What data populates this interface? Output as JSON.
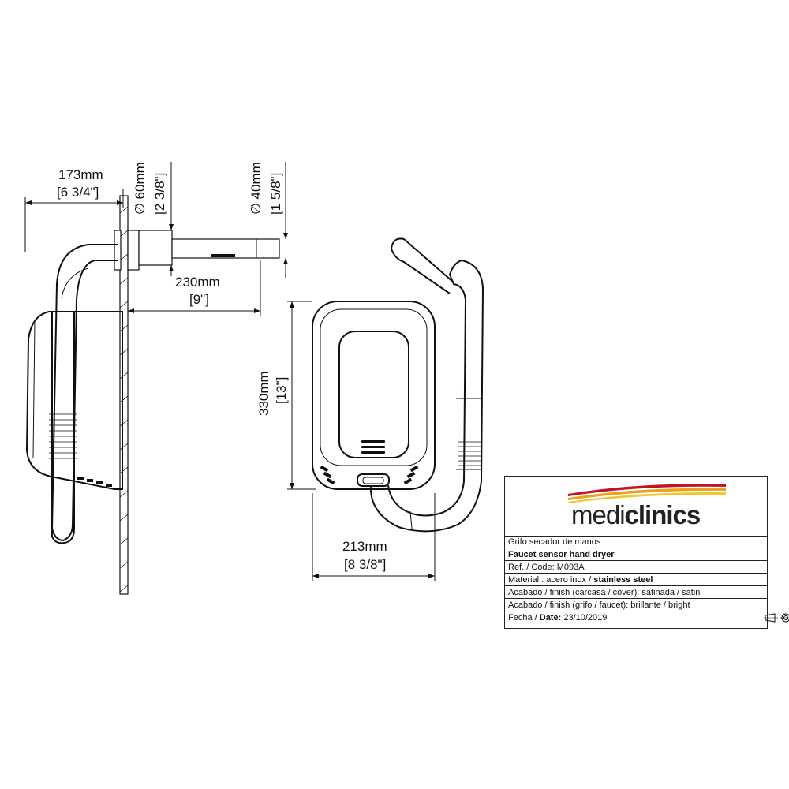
{
  "dimensions": {
    "depth_mm": "173mm",
    "depth_in": "[6 3/4\"]",
    "diam60_mm": "∅ 60mm",
    "diam60_in": "[2 3/8\"]",
    "diam40_mm": "∅ 40mm",
    "diam40_in": "[1 5/8\"]",
    "spout_mm": "230mm",
    "spout_in": "[9\"]",
    "height_mm": "330mm",
    "height_in": "[13\"]",
    "width_mm": "213mm",
    "width_in": "[8 3/8\"]"
  },
  "logo": {
    "light": "medi",
    "bold": "clinics",
    "colors": [
      "#c0152a",
      "#e9a21a",
      "#f4c430"
    ]
  },
  "title_block": {
    "name_es": "Grifo secador de manos",
    "name_en": "Faucet sensor hand dryer",
    "ref_label": "Ref. / Code: ",
    "ref_value": "M093A",
    "material_label": "Material : acero inox / ",
    "material_value": "stainless steel",
    "finish_cover": "Acabado / finish (carcasa / cover): satinada / satin",
    "finish_faucet": "Acabado / finish (grifo / faucet): brillante / bright",
    "date_label": "Fecha / ",
    "date_label_bold": "Date:",
    "date_value": " 23/10/2019"
  }
}
